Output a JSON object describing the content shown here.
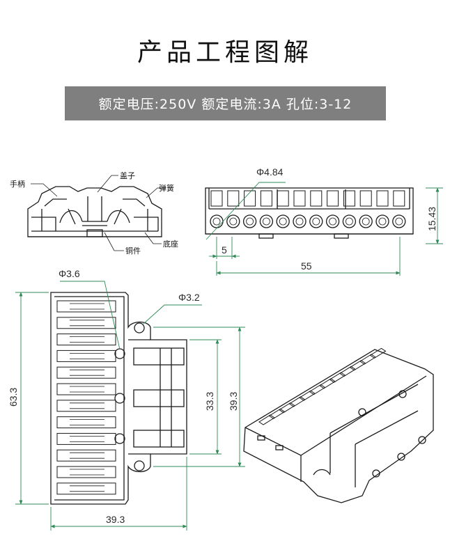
{
  "title": "产品工程图解",
  "spec": "额定电压:250V 额定电流:3A 孔位:3-12",
  "parts": {
    "handle": "手柄",
    "cover": "盖子",
    "spring": "弹簧",
    "copper": "铜件",
    "base": "底座"
  },
  "dims": {
    "hole_dia_front": "Φ4.84",
    "height_side": "15.43",
    "pitch": "5",
    "width_front": "55",
    "hole_dia_a": "Φ3.6",
    "hole_dia_b": "Φ3.2",
    "total_length": "63.3",
    "mount_span": "33.3",
    "flange_length": "39.3",
    "base_width": "39.3"
  },
  "colors": {
    "line": "#1a1a1a",
    "dimension": "#2e8b57",
    "spec_bg": "#7f7f7f"
  }
}
